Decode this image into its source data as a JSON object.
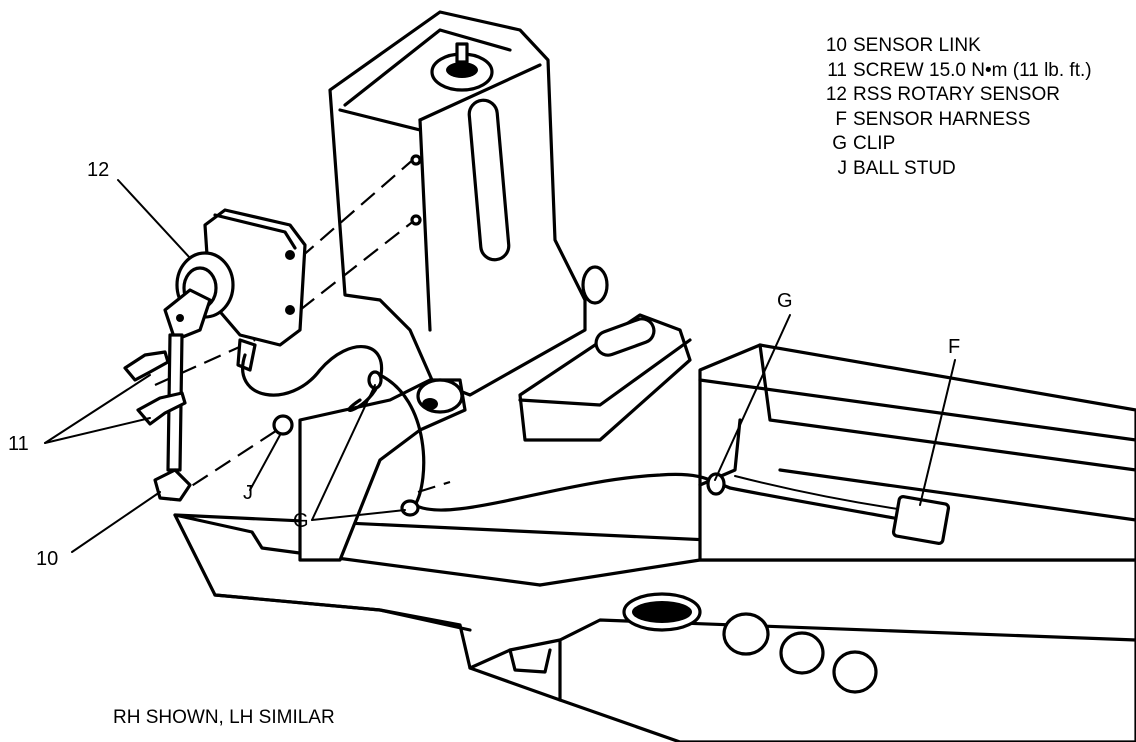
{
  "legend": {
    "items": [
      {
        "code": "10",
        "text": "SENSOR LINK"
      },
      {
        "code": "11",
        "text": "SCREW 15.0 N•m (11 lb. ft.)"
      },
      {
        "code": "12",
        "text": "RSS ROTARY SENSOR"
      },
      {
        "code": "F",
        "text": "SENSOR HARNESS"
      },
      {
        "code": "G",
        "text": "CLIP"
      },
      {
        "code": "J",
        "text": "BALL STUD"
      }
    ]
  },
  "callouts": {
    "c12": "12",
    "c11": "11",
    "c10": "10",
    "cJ": "J",
    "cG_left": "G",
    "cG_right": "G",
    "cF": "F"
  },
  "caption": "RH SHOWN, LH SIMILAR"
}
